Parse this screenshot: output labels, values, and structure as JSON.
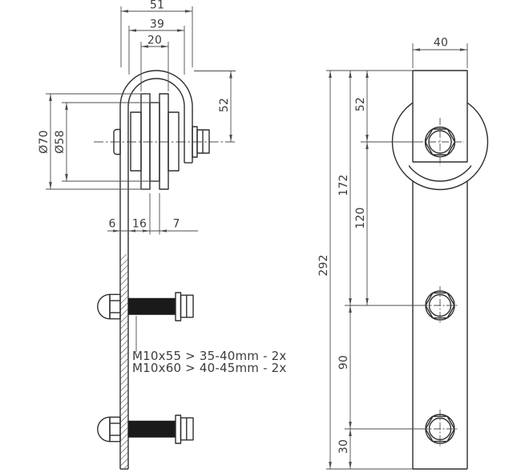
{
  "drawing": {
    "background": "#ffffff",
    "object_line_color": "#2e2e2e",
    "dimension_line_color": "#4d4d4d",
    "side_view": {
      "dim_bracket_outer_width": "51",
      "dim_bracket_inner_width": "39",
      "dim_flange_span": "20",
      "dim_arc_top_to_axle": "52",
      "dim_wheel_diameter": "Ø70",
      "dim_groove_diameter": "Ø58",
      "dim_strap_thickness": "6",
      "dim_strap_to_groove": "16",
      "dim_groove_width": "7",
      "note_line1": "M10x55 > 35-40mm - 2x",
      "note_line2": "M10x60 > 40-45mm - 2x"
    },
    "front_view": {
      "dim_strap_width": "40",
      "dim_top_to_axle": "52",
      "dim_top_to_upper_bolt": "172",
      "dim_axle_to_upper_bolt": "120",
      "dim_total_height": "292",
      "dim_bolt_spacing": "90",
      "dim_lower_bolt_to_bottom": "30"
    }
  }
}
